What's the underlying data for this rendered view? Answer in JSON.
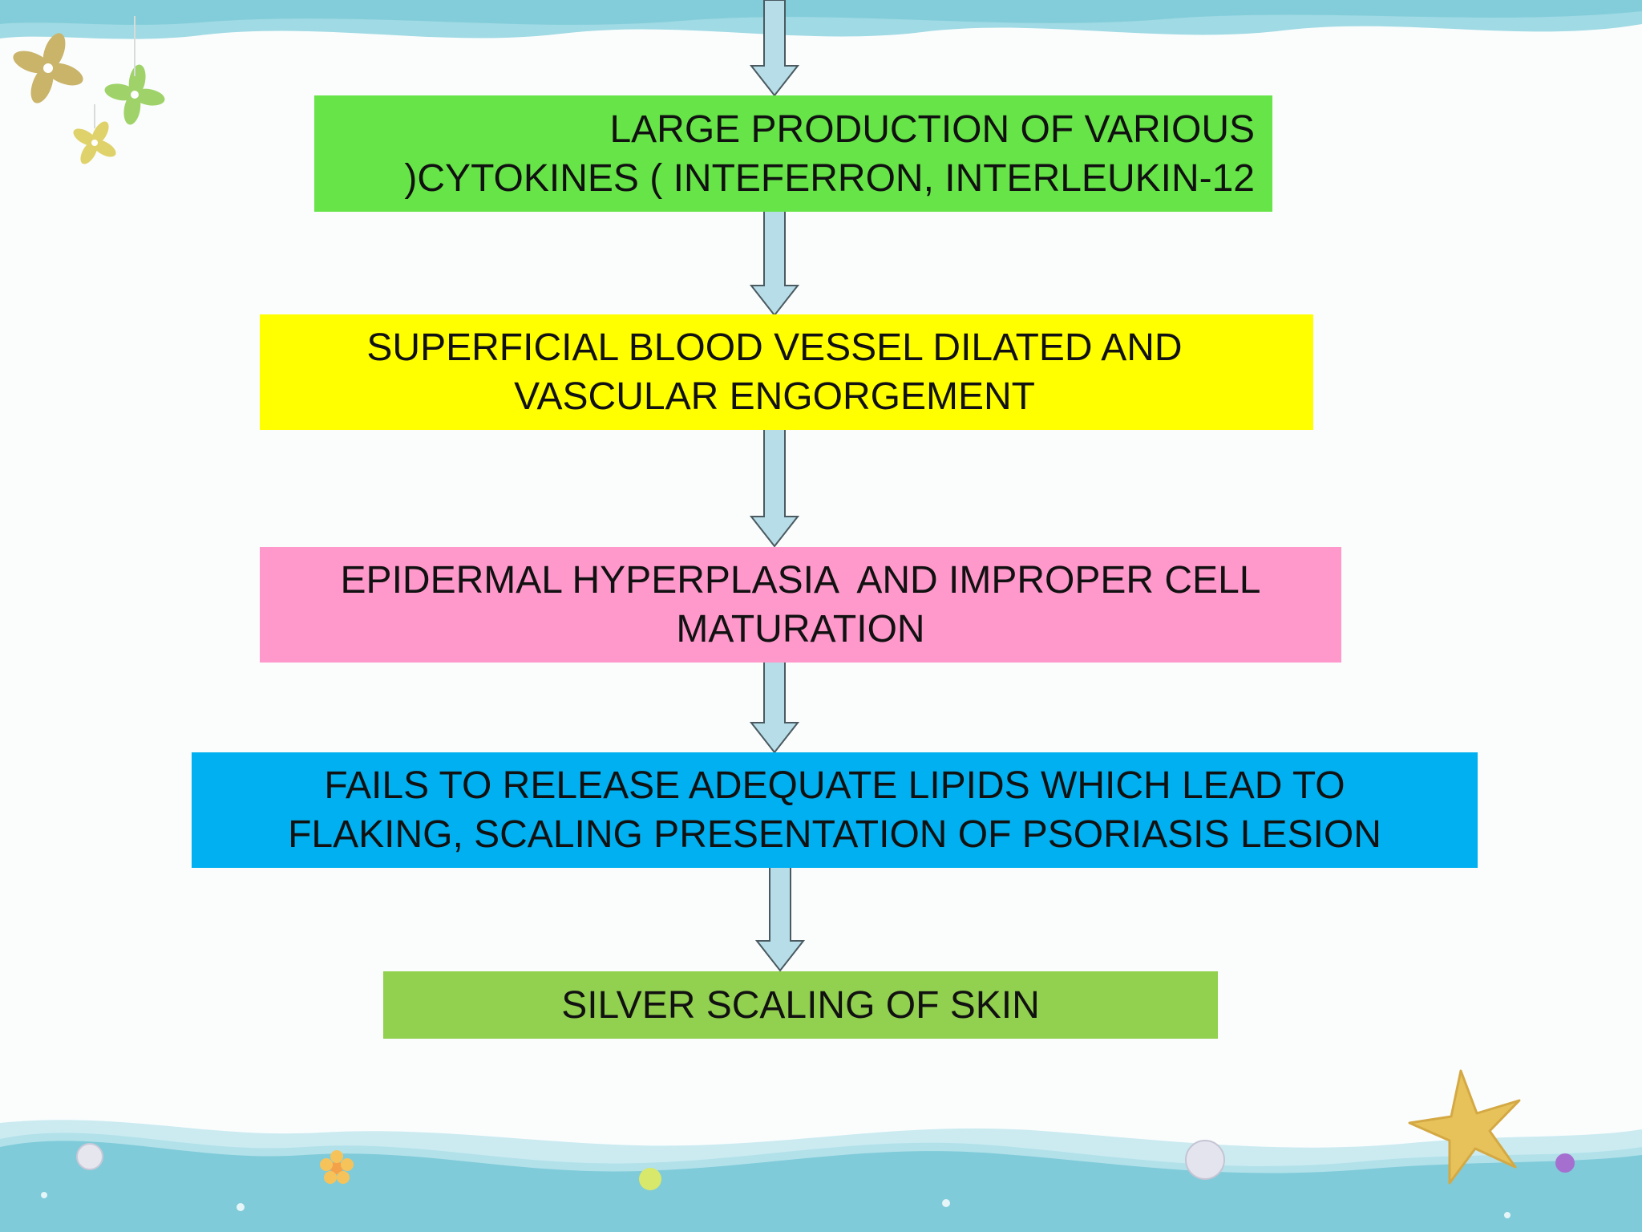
{
  "flowchart": {
    "steps": [
      {
        "lines": [
          "LARGE PRODUCTION OF VARIOUS",
          ")CYTOKINES ( INTEFERRON, INTERLEUKIN-12"
        ],
        "color": "#66e448"
      },
      {
        "lines": [
          "SUPERFICIAL BLOOD VESSEL DILATED AND",
          "VASCULAR ENGORGEMENT"
        ],
        "color": "#ffff00"
      },
      {
        "lines": [
          "EPIDERMAL HYPERPLASIA  AND IMPROPER CELL",
          "MATURATION"
        ],
        "color": "#ff99cc"
      },
      {
        "lines": [
          "FAILS TO RELEASE ADEQUATE LIPIDS WHICH LEAD TO",
          "FLAKING, SCALING PRESENTATION OF PSORIASIS LESION"
        ],
        "color": "#00b0f0"
      },
      {
        "lines": [
          "SILVER SCALING OF SKIN"
        ],
        "color": "#92d050"
      }
    ],
    "arrow_color": "#b7dde8"
  },
  "decor": {
    "wave_color": "#8fd3df",
    "flower_colors": [
      "#c9b46a",
      "#9fd36a",
      "#e0d26a"
    ],
    "starfish_color": "#e7c25a"
  }
}
